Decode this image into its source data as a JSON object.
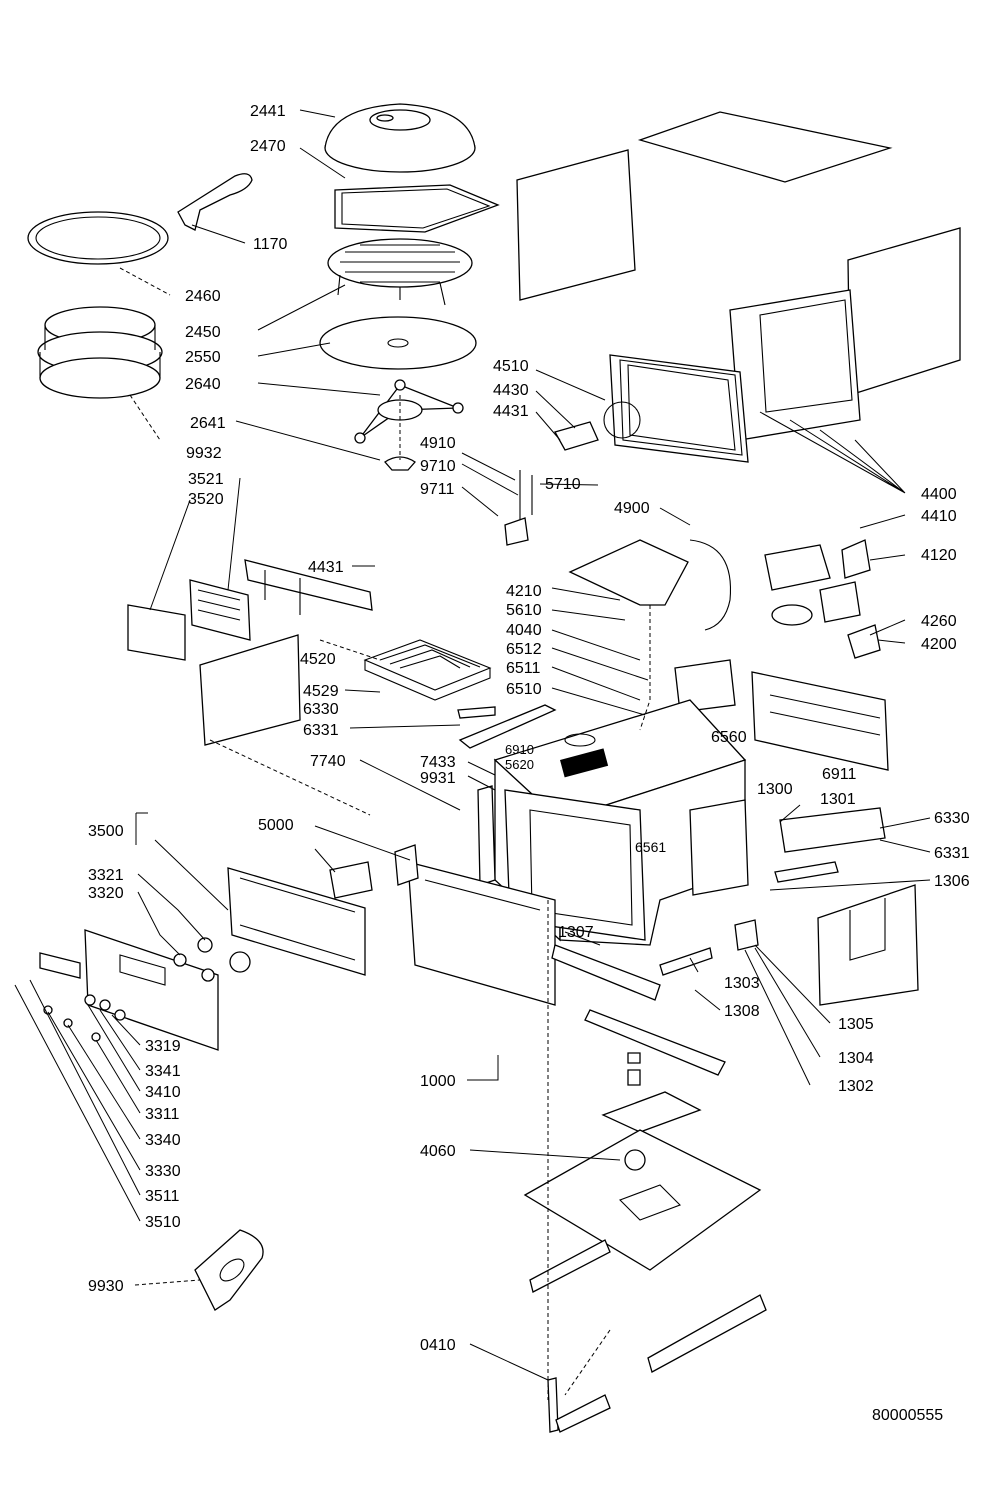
{
  "document_id": "80000555",
  "part_numbers": [
    "2441",
    "2470",
    "1170",
    "2460",
    "2450",
    "2550",
    "2640",
    "2641",
    "9932",
    "3521",
    "3520",
    "4510",
    "4430",
    "4431",
    "4910",
    "9710",
    "9711",
    "5710",
    "4900",
    "4400",
    "4410",
    "4120",
    "4431",
    "4210",
    "5610",
    "4040",
    "6512",
    "6511",
    "6510",
    "4260",
    "4200",
    "4520",
    "4529",
    "6330",
    "6331",
    "6560",
    "7433",
    "9931",
    "6910",
    "5620",
    "6911",
    "7740",
    "1300",
    "1301",
    "3500",
    "5000",
    "6330",
    "6331",
    "6561",
    "1306",
    "3321",
    "3320",
    "1307",
    "1303",
    "1308",
    "1305",
    "3319",
    "3341",
    "3410",
    "3311",
    "3340",
    "3330",
    "3511",
    "3510",
    "1304",
    "1302",
    "1000",
    "4060",
    "9930",
    "0410"
  ]
}
